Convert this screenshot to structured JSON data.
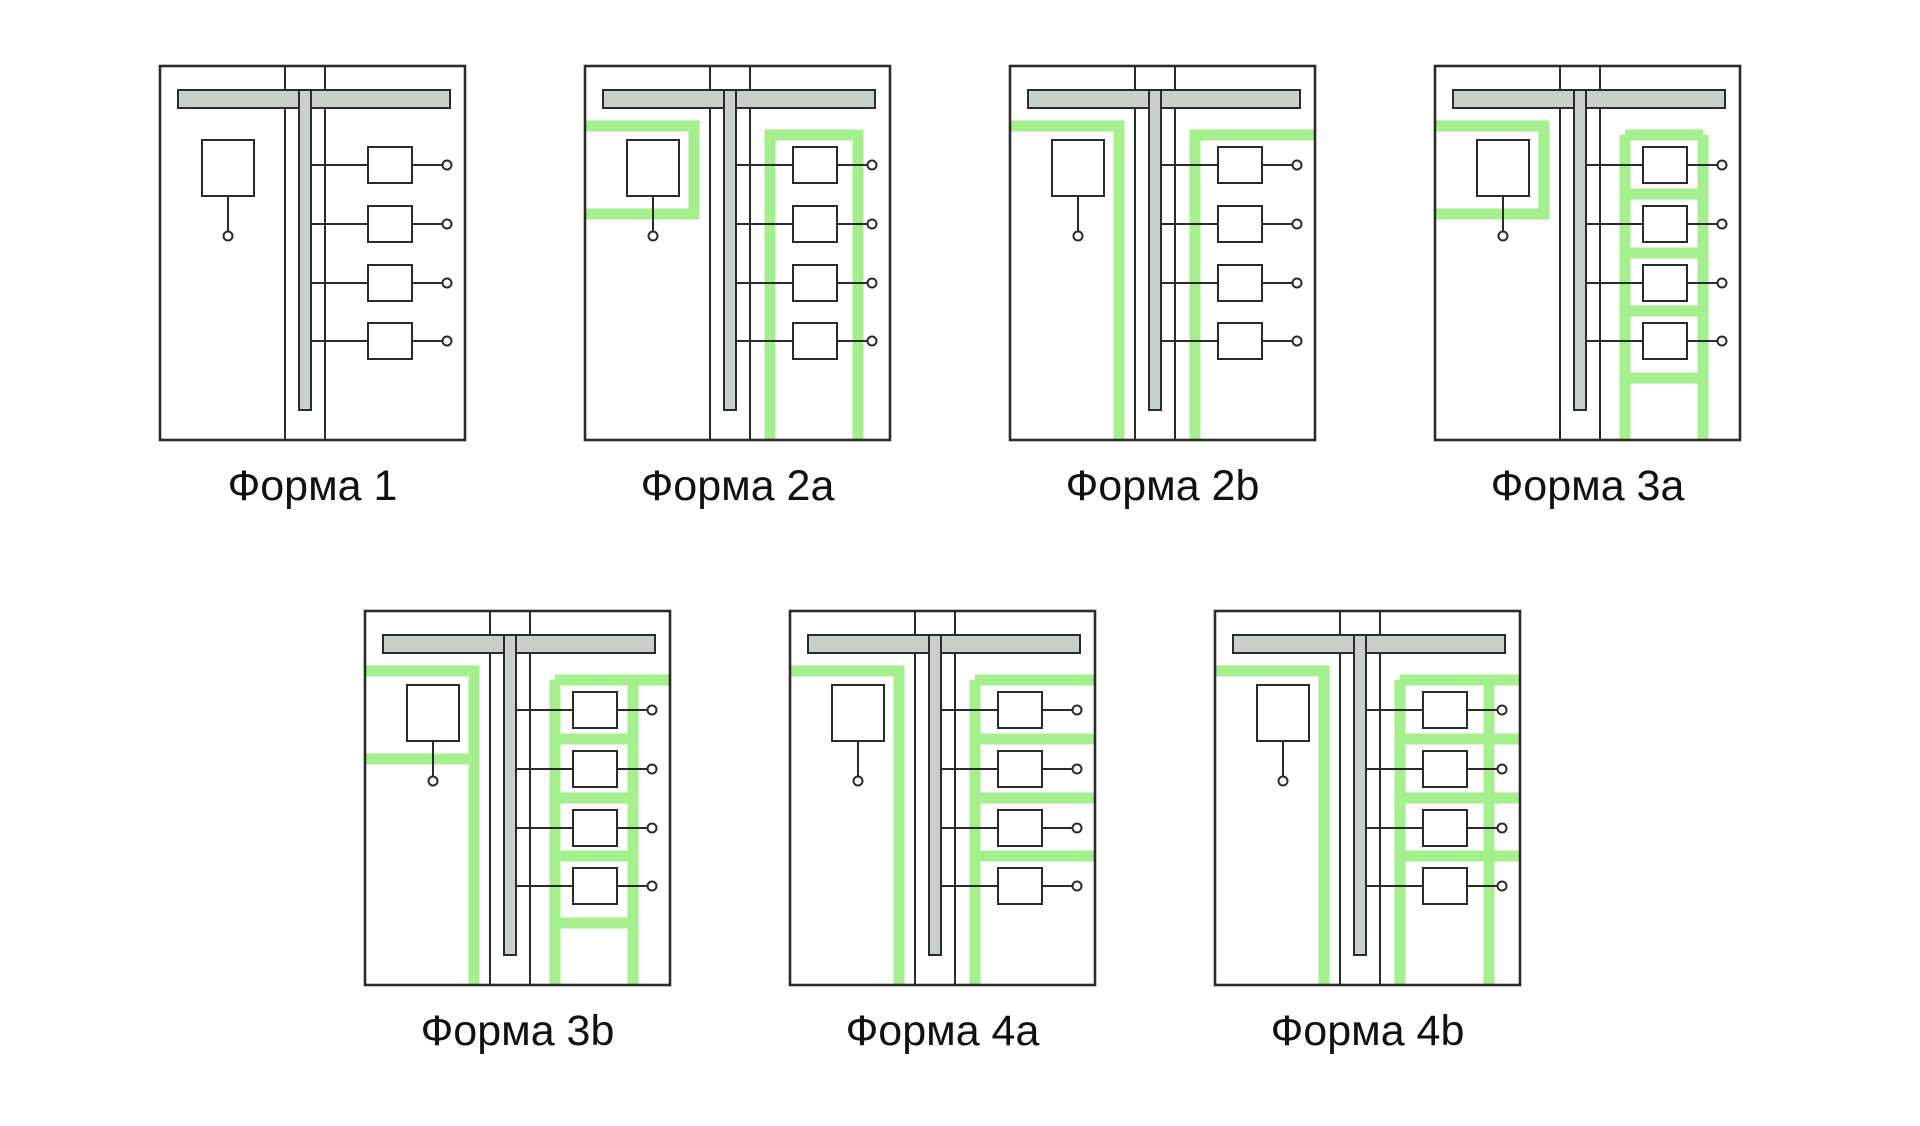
{
  "colors": {
    "background": "#ffffff",
    "frame": "#2b2b2b",
    "busbar_fill": "#c9cfcb",
    "busbar_stroke": "#2b2b2b",
    "separation": "#a6ef8f"
  },
  "forms": [
    {
      "id": "form-1",
      "label": "Форма 1"
    },
    {
      "id": "form-2a",
      "label": "Форма 2a"
    },
    {
      "id": "form-2b",
      "label": "Форма 2b"
    },
    {
      "id": "form-3a",
      "label": "Форма 3a"
    },
    {
      "id": "form-3b",
      "label": "Форма 3b"
    },
    {
      "id": "form-4a",
      "label": "Форма 4a"
    },
    {
      "id": "form-4b",
      "label": "Форма 4b"
    }
  ]
}
